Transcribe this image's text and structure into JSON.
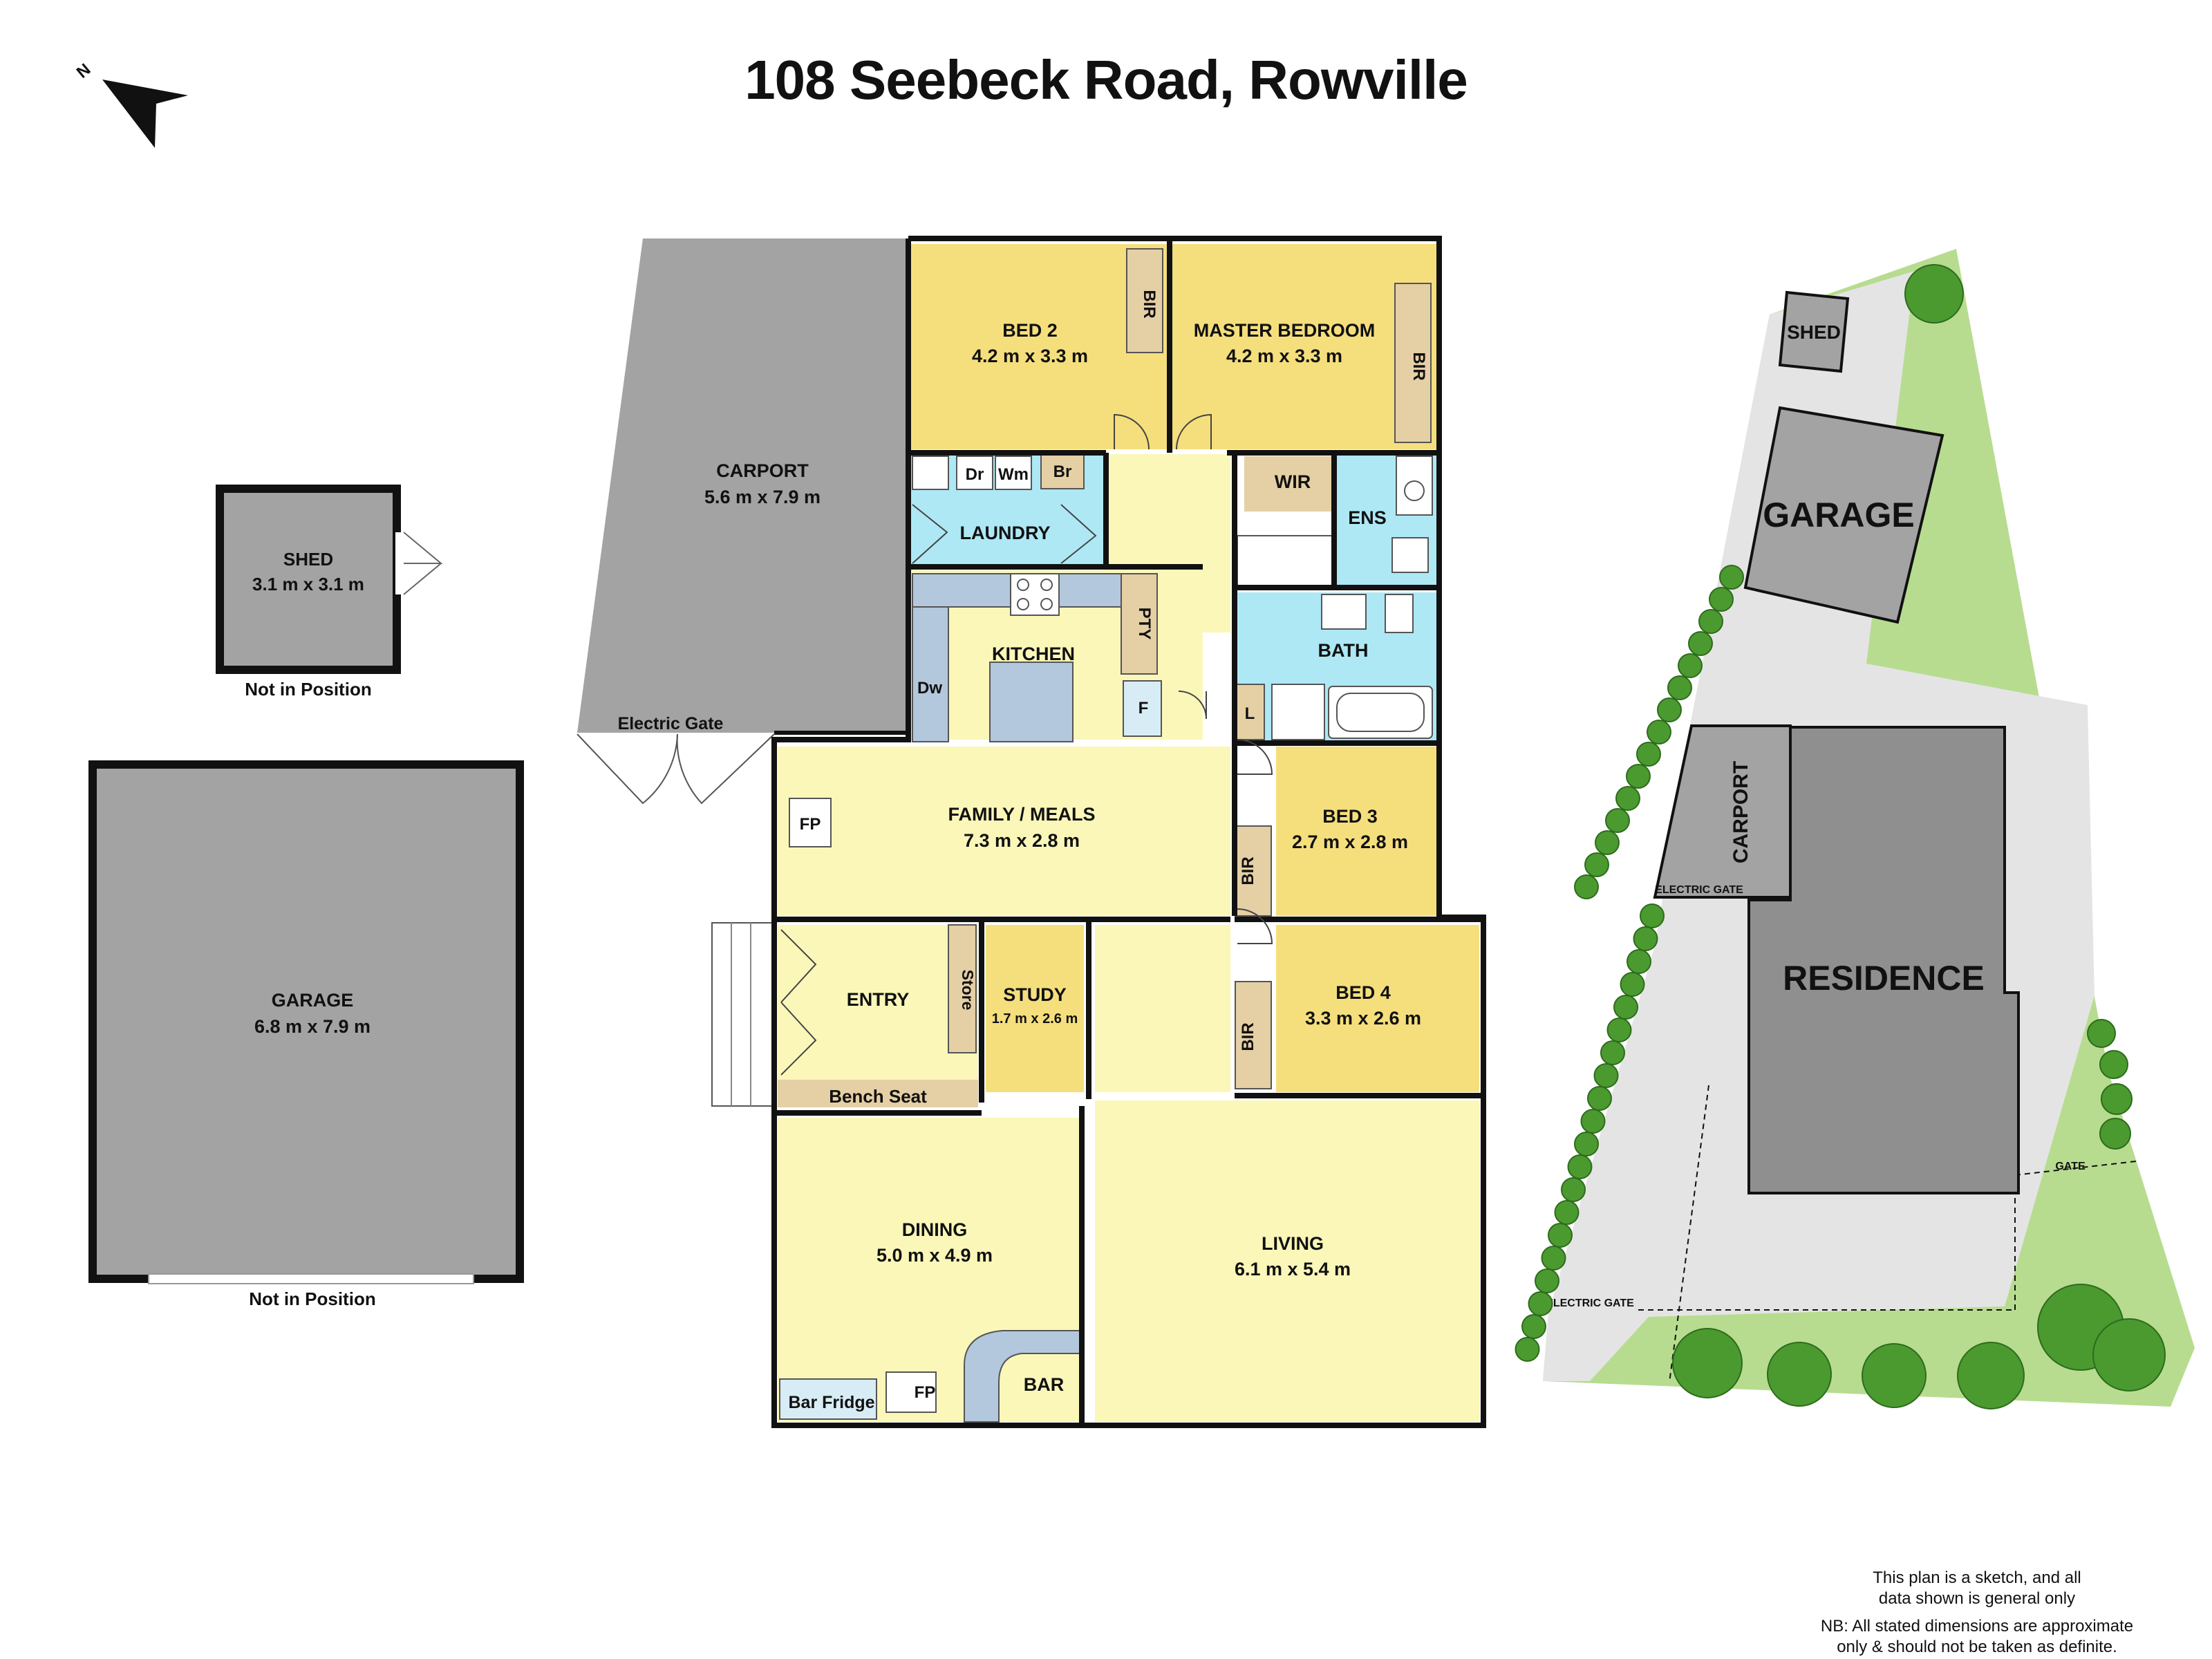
{
  "title": "108 Seebeck Road, Rowville",
  "compass": {
    "letter": "N"
  },
  "rooms": {
    "carport": {
      "name": "CARPORT",
      "dim": "5.6 m x 7.9 m"
    },
    "bed2": {
      "name": "BED 2",
      "dim": "4.2 m x 3.3 m"
    },
    "master": {
      "name": "MASTER BEDROOM",
      "dim": "4.2 m x 3.3 m"
    },
    "shed": {
      "name": "SHED",
      "dim": "3.1 m x 3.1 m"
    },
    "garage": {
      "name": "GARAGE",
      "dim": "6.8 m x 7.9 m"
    },
    "family": {
      "name": "FAMILY / MEALS",
      "dim": "7.3 m x 2.8 m"
    },
    "bed3": {
      "name": "BED 3",
      "dim": "2.7 m x 2.8 m"
    },
    "bed4": {
      "name": "BED 4",
      "dim": "3.3 m x 2.6 m"
    },
    "study": {
      "name": "STUDY",
      "dim": "1.7 m x 2.6 m"
    },
    "dining": {
      "name": "DINING",
      "dim": "5.0 m x 4.9 m"
    },
    "living": {
      "name": "LIVING",
      "dim": "6.1 m x 5.4 m"
    }
  },
  "labels": {
    "bir": "BIR",
    "laundry": "LAUNDRY",
    "dr": "Dr",
    "wm": "Wm",
    "br": "Br",
    "wir": "WIR",
    "ens": "ENS",
    "kitchen": "KITCHEN",
    "pty": "PTY",
    "dw": "Dw",
    "f": "F",
    "bath": "BATH",
    "l": "L",
    "fp": "FP",
    "entry": "ENTRY",
    "store": "Store",
    "bench": "Bench Seat",
    "bar": "BAR",
    "barfridge": "Bar Fridge",
    "electric_gate": "Electric Gate",
    "not_in_position": "Not in Position"
  },
  "site": {
    "shed": "SHED",
    "garage": "GARAGE",
    "carport": "CARPORT",
    "residence": "RESIDENCE",
    "electric_gate": "ELECTRIC GATE",
    "gate": "GATE"
  },
  "disclaimer": {
    "line1": "This plan is a sketch, and all",
    "line2": "data shown is general only",
    "line3": "NB: All stated dimensions are approximate",
    "line4": "only & should not be taken as definite."
  },
  "colors": {
    "bedroom": "#f5df7d",
    "living": "#faf7b9",
    "wet": "#aee8f5",
    "grey": "#a3a3a3",
    "joinery": "#e5cfa5",
    "bench": "#b3c8dc",
    "lawn": "#b7dc8f",
    "paving": "#e4e4e4",
    "tree": "#4a9a30"
  }
}
